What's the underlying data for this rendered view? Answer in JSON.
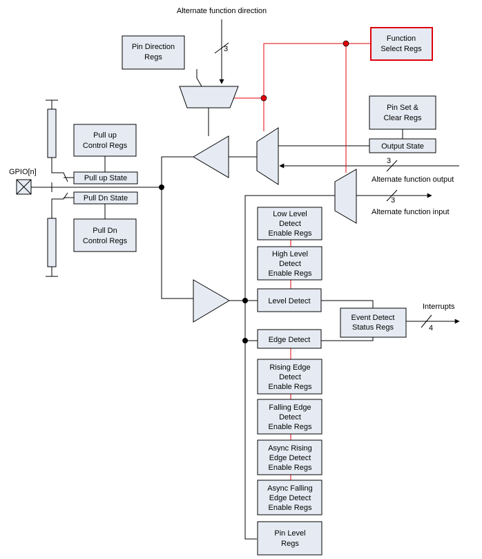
{
  "labels": {
    "alt_func_direction": "Alternate function direction",
    "alt_func_output": "Alternate function output",
    "alt_func_input": "Alternate function input",
    "gpio_pin": "GPIO[n]",
    "interrupts": "Interrupts",
    "bus_width_3": "3",
    "bus_width_4": "4"
  },
  "boxes": {
    "pin_direction": [
      "Pin Direction",
      "Regs"
    ],
    "function_select": [
      "Function",
      "Select Regs"
    ],
    "pin_set_clear": [
      "Pin Set &",
      "Clear Regs"
    ],
    "output_state": [
      "Output State"
    ],
    "pullup_control": [
      "Pull up",
      "Control Regs"
    ],
    "pullup_state": [
      "Pull up State"
    ],
    "pulldn_state": [
      "Pull Dn State"
    ],
    "pulldn_control": [
      "Pull Dn",
      "Control Regs"
    ],
    "low_level": [
      "Low Level",
      "Detect",
      "Enable Regs"
    ],
    "high_level": [
      "High Level",
      "Detect",
      "Enable Regs"
    ],
    "level_detect": [
      "Level Detect"
    ],
    "event_detect": [
      "Event Detect",
      "Status Regs"
    ],
    "edge_detect": [
      "Edge Detect"
    ],
    "rising_edge": [
      "Rising Edge",
      "Detect",
      "Enable Regs"
    ],
    "falling_edge": [
      "Falling Edge",
      "Detect",
      "Enable Regs"
    ],
    "async_rising": [
      "Async Rising",
      "Edge Detect",
      "Enable Regs"
    ],
    "async_falling": [
      "Async Falling",
      "Edge Detect",
      "Enable Regs"
    ],
    "pin_level": [
      "Pin Level",
      "Regs"
    ]
  },
  "colors": {
    "box_fill": "#e6ebf3",
    "function_select_border": "#e0000a",
    "select_wire": "#e0000a",
    "wire": "#000000"
  }
}
